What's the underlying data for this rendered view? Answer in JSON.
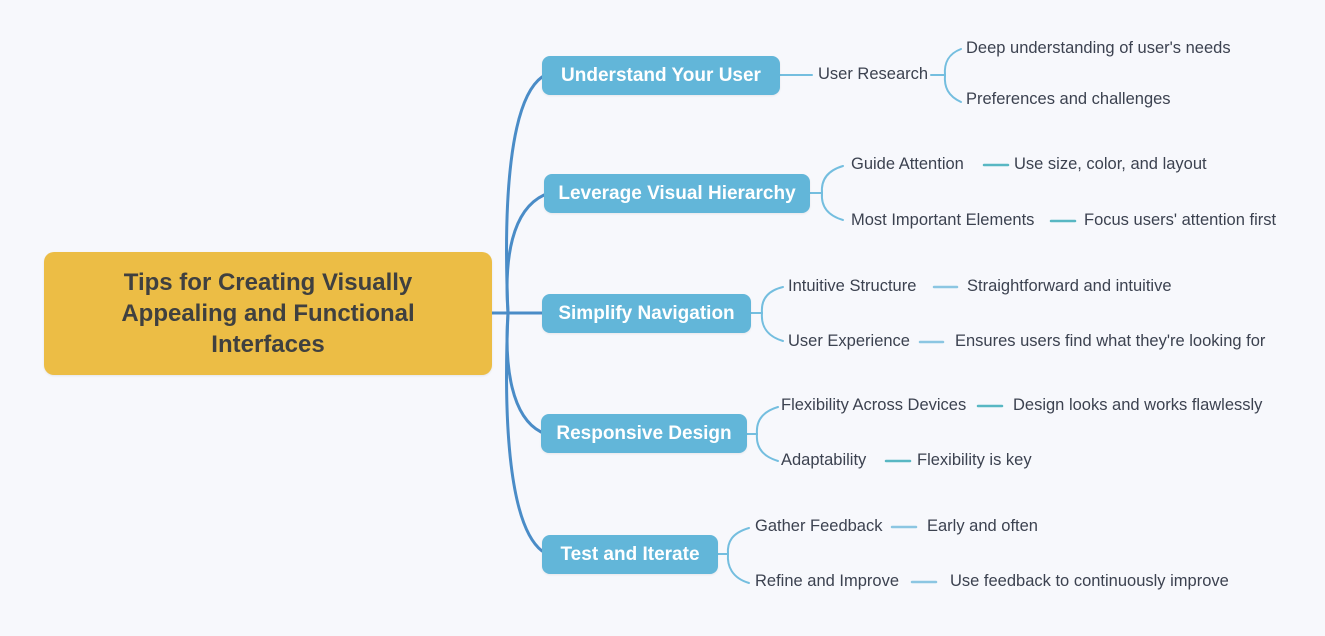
{
  "colors": {
    "background": "#f7f8fc",
    "root_fill": "#ecbd45",
    "root_text": "#3f4040",
    "node_fill": "#62b6d9",
    "node_text": "#ffffff",
    "label_text": "#3c4250",
    "trunk_line": "#4a8cc7",
    "sub_line": "#74bedf",
    "dash_teal": "#58b7c3",
    "dash_light": "#8bc6e2"
  },
  "root": {
    "label": "Tips for Creating Visually Appealing and Functional Interfaces"
  },
  "branches": [
    {
      "label": "Understand Your User",
      "children": [
        {
          "label": "User Research",
          "children": [
            {
              "label": "Deep understanding of user's needs"
            },
            {
              "label": "Preferences and challenges"
            }
          ]
        }
      ]
    },
    {
      "label": "Leverage Visual Hierarchy",
      "children": [
        {
          "label": "Guide Attention",
          "children": [
            {
              "label": "Use size, color, and layout"
            }
          ]
        },
        {
          "label": "Most Important Elements",
          "children": [
            {
              "label": "Focus users' attention first"
            }
          ]
        }
      ]
    },
    {
      "label": "Simplify Navigation",
      "children": [
        {
          "label": "Intuitive Structure",
          "children": [
            {
              "label": "Straightforward and intuitive"
            }
          ]
        },
        {
          "label": "User Experience",
          "children": [
            {
              "label": "Ensures users find what they're looking for"
            }
          ]
        }
      ]
    },
    {
      "label": "Responsive Design",
      "children": [
        {
          "label": "Flexibility Across Devices",
          "children": [
            {
              "label": "Design looks and works flawlessly"
            }
          ]
        },
        {
          "label": "Adaptability",
          "children": [
            {
              "label": "Flexibility is key"
            }
          ]
        }
      ]
    },
    {
      "label": "Test and Iterate",
      "children": [
        {
          "label": "Gather Feedback",
          "children": [
            {
              "label": "Early and often"
            }
          ]
        },
        {
          "label": "Refine and Improve",
          "children": [
            {
              "label": "Use feedback to continuously improve"
            }
          ]
        }
      ]
    }
  ]
}
